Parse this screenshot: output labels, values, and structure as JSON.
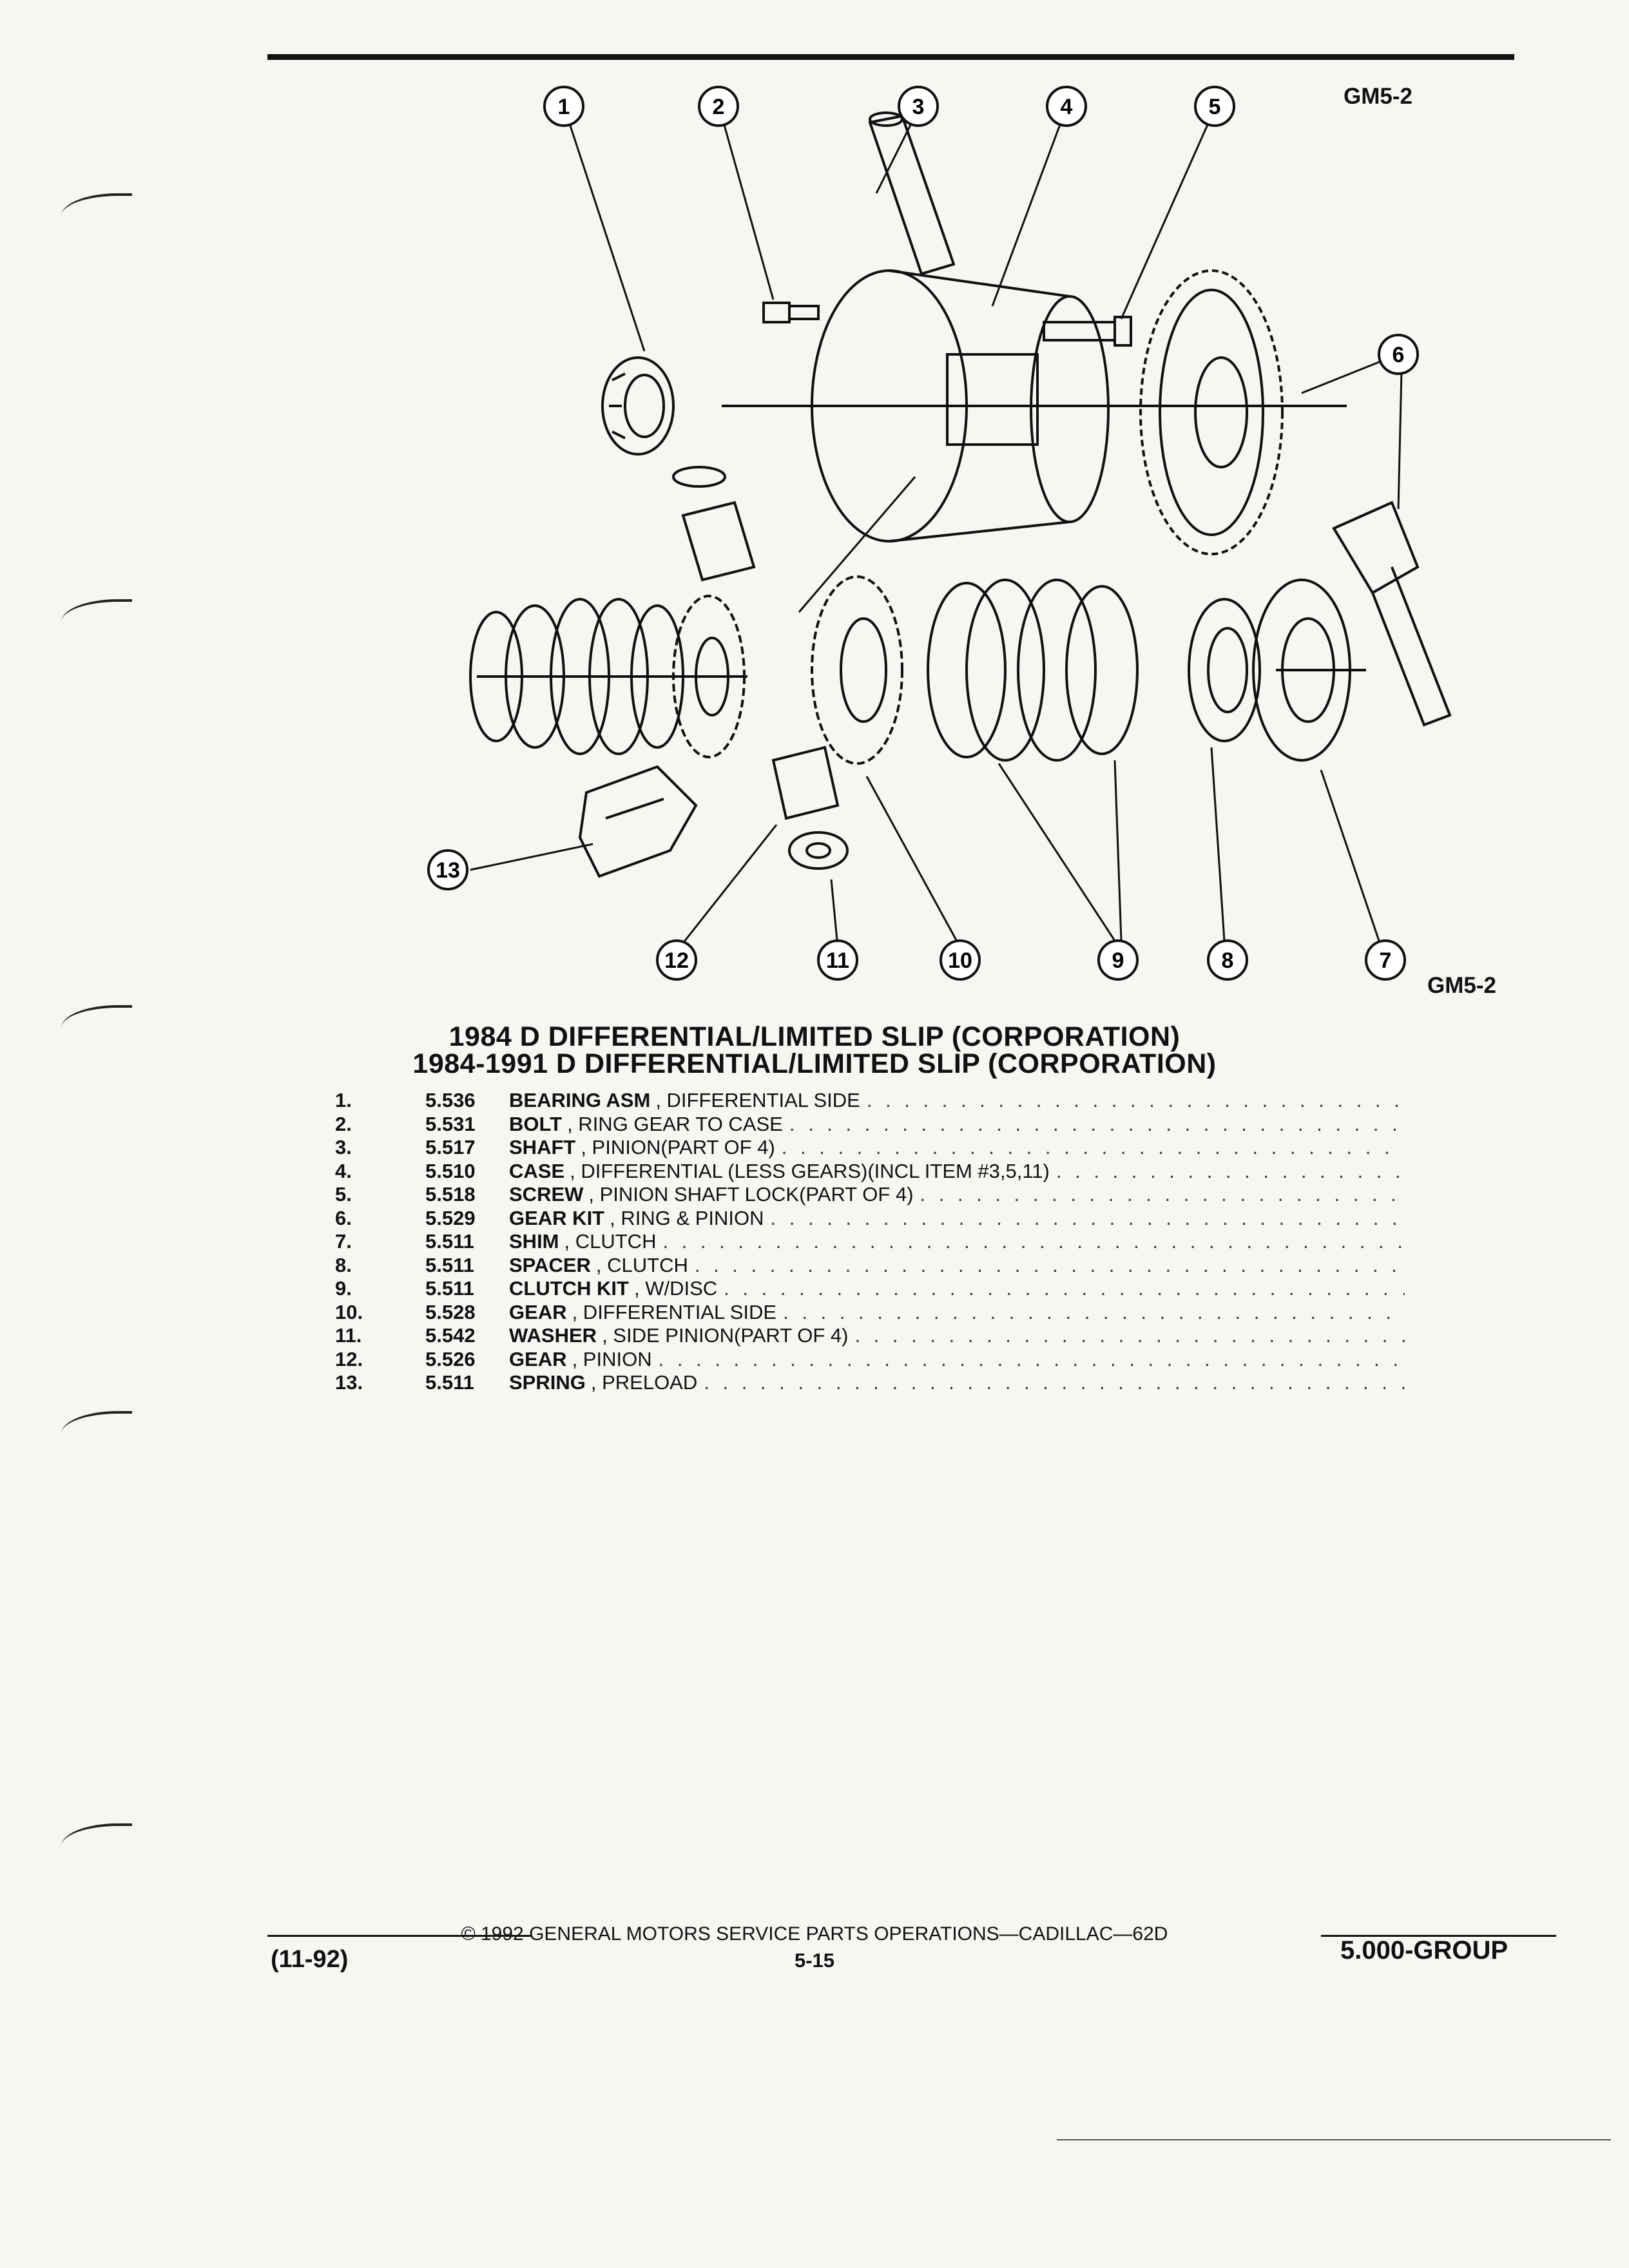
{
  "header": {
    "code_top": "GM5-2",
    "code_bottom": "GM5-2"
  },
  "diagram": {
    "callouts": [
      "1",
      "2",
      "3",
      "4",
      "5",
      "6",
      "7",
      "8",
      "9",
      "10",
      "11",
      "12",
      "13"
    ]
  },
  "title": {
    "line1": "1984 D DIFFERENTIAL/LIMITED SLIP (CORPORATION)",
    "line2": "1984-1991 D DIFFERENTIAL/LIMITED SLIP (CORPORATION)"
  },
  "parts": [
    {
      "num": "1.",
      "code": "5.536",
      "name": "BEARING ASM",
      "desc": ", DIFFERENTIAL SIDE"
    },
    {
      "num": "2.",
      "code": "5.531",
      "name": "BOLT",
      "desc": ", RING GEAR TO CASE"
    },
    {
      "num": "3.",
      "code": "5.517",
      "name": "SHAFT",
      "desc": ", PINION(PART OF 4)"
    },
    {
      "num": "4.",
      "code": "5.510",
      "name": "CASE",
      "desc": ", DIFFERENTIAL (LESS GEARS)(INCL ITEM #3,5,11)"
    },
    {
      "num": "5.",
      "code": "5.518",
      "name": "SCREW",
      "desc": ", PINION SHAFT LOCK(PART OF 4)"
    },
    {
      "num": "6.",
      "code": "5.529",
      "name": "GEAR KIT",
      "desc": ", RING & PINION"
    },
    {
      "num": "7.",
      "code": "5.511",
      "name": "SHIM",
      "desc": ", CLUTCH"
    },
    {
      "num": "8.",
      "code": "5.511",
      "name": "SPACER",
      "desc": ", CLUTCH"
    },
    {
      "num": "9.",
      "code": "5.511",
      "name": "CLUTCH KIT",
      "desc": ", W/DISC"
    },
    {
      "num": "10.",
      "code": "5.528",
      "name": "GEAR",
      "desc": ", DIFFERENTIAL SIDE"
    },
    {
      "num": "11.",
      "code": "5.542",
      "name": "WASHER",
      "desc": ", SIDE PINION(PART OF 4)"
    },
    {
      "num": "12.",
      "code": "5.526",
      "name": "GEAR",
      "desc": ", PINION"
    },
    {
      "num": "13.",
      "code": "5.511",
      "name": "SPRING",
      "desc": ", PRELOAD"
    }
  ],
  "footer": {
    "copyright": "© 1992 GENERAL MOTORS SERVICE PARTS OPERATIONS—CADILLAC—62D",
    "page": "5-15",
    "date": "(11-92)",
    "group": "5.000-GROUP"
  }
}
